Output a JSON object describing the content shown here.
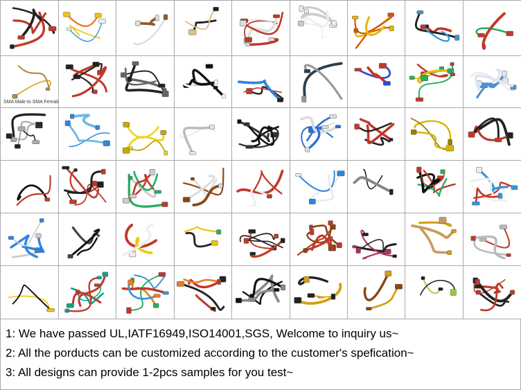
{
  "captions": {
    "sma": "SMA Male to SMA Female"
  },
  "notes": [
    "1: We have passed UL,IATF16949,ISO14001,SGS, Welcome to inquiry us~",
    "2: All the porducts can be customized according to the customer's spefication~",
    "3: All designs can provide 1-2pcs samples for you test~"
  ],
  "products": [
    {
      "name": "red-dc-splice-cable-icon",
      "colors": [
        "#c0392b",
        "#222222"
      ]
    },
    {
      "name": "rainbow-ribbon-jumper-icon",
      "colors": [
        "#e67e22",
        "#f1c40f",
        "#3498db",
        "#eeeeee"
      ]
    },
    {
      "name": "brown-jumper-bundle-icon",
      "colors": [
        "#8e5a2b",
        "#dddddd"
      ]
    },
    {
      "name": "black-connector-cable-icon",
      "colors": [
        "#222222",
        "#e0c080"
      ]
    },
    {
      "name": "red-pigtail-harness-icon",
      "colors": [
        "#c0392b",
        "#dddddd"
      ]
    },
    {
      "name": "white-wire-bundle-icon",
      "colors": [
        "#cccccc",
        "#eeeeee"
      ]
    },
    {
      "name": "ring-terminal-wires-icon",
      "colors": [
        "#d35400",
        "#e6b800"
      ]
    },
    {
      "name": "colored-jumper-set-icon",
      "colors": [
        "#c0392b",
        "#222222",
        "#3498db"
      ]
    },
    {
      "name": "multicolor-wire-bundle-icon",
      "colors": [
        "#27ae60",
        "#c0392b",
        "#f1c40f",
        "#222222",
        "#ffffff"
      ]
    },
    {
      "name": "sma-coax-cable-icon",
      "colors": [
        "#d4a017",
        "#b58a4a"
      ]
    },
    {
      "name": "red-black-cable-icon",
      "colors": [
        "#c0392b",
        "#222222"
      ]
    },
    {
      "name": "black-molex-loop-icon",
      "colors": [
        "#222222",
        "#666666"
      ]
    },
    {
      "name": "black-usb-cable-icon",
      "colors": [
        "#111111",
        "#ffffff"
      ]
    },
    {
      "name": "colored-connector-harness-icon",
      "colors": [
        "#222222",
        "#c0392b",
        "#2e86de"
      ]
    },
    {
      "name": "lvds-cable-icon",
      "colors": [
        "#2c3e50",
        "#999999"
      ]
    },
    {
      "name": "blue-red-terminals-icon",
      "colors": [
        "#2e4bd6",
        "#c0392b"
      ]
    },
    {
      "name": "yellow-green-wires-icon",
      "colors": [
        "#e0c000",
        "#27ae60",
        "#c0392b"
      ]
    },
    {
      "name": "ffc-flat-cable-icon",
      "colors": [
        "#dfe6ee",
        "#4a90d9"
      ]
    },
    {
      "name": "grey-quick-disconnect-icon",
      "colors": [
        "#aaaaaa",
        "#222222"
      ]
    },
    {
      "name": "cisco-console-cable-icon",
      "colors": [
        "#6fb7e8",
        "#2e86de"
      ]
    },
    {
      "name": "yellow-ethernet-cable-icon",
      "colors": [
        "#f1d21b",
        "#c9a800"
      ]
    },
    {
      "name": "white-coiled-cable-icon",
      "colors": [
        "#e8e8e8",
        "#bbbbbb"
      ]
    },
    {
      "name": "black-hdmi-cable-icon",
      "colors": [
        "#111111",
        "#333333"
      ]
    },
    {
      "name": "blue-harness-connector-icon",
      "colors": [
        "#2e6dd6",
        "#dddddd"
      ]
    },
    {
      "name": "red-black-power-harness-icon",
      "colors": [
        "#c0392b",
        "#222222"
      ]
    },
    {
      "name": "yellow-wire-bundle-icon",
      "colors": [
        "#d4b400",
        "#9a8000"
      ]
    },
    {
      "name": "black-red-harness-icon",
      "colors": [
        "#222222",
        "#c0392b"
      ]
    },
    {
      "name": "waterproof-connector-icon",
      "colors": [
        "#111111",
        "#c0392b"
      ]
    },
    {
      "name": "red-black-lead-wires-icon",
      "colors": [
        "#c0392b",
        "#222222"
      ]
    },
    {
      "name": "tinned-wire-harness-icon",
      "colors": [
        "#27ae60",
        "#c0392b",
        "#cccccc"
      ]
    },
    {
      "name": "brown-jumper-set-icon",
      "colors": [
        "#8b4513",
        "#dddddd"
      ]
    },
    {
      "name": "white-connector-harness-icon",
      "colors": [
        "#c0392b",
        "#eeeeee"
      ]
    },
    {
      "name": "ffc-flex-cables-icon",
      "colors": [
        "#e8ecf2",
        "#2e86de"
      ]
    },
    {
      "name": "lvds-display-cable-icon",
      "colors": [
        "#222222",
        "#888888"
      ]
    },
    {
      "name": "black-power-lead-icon",
      "colors": [
        "#111111",
        "#c0392b",
        "#27ae60"
      ]
    },
    {
      "name": "white-connector-pair-icon",
      "colors": [
        "#eeeeee",
        "#c0392b",
        "#3498db"
      ]
    },
    {
      "name": "blue-jumper-cable-icon",
      "colors": [
        "#2e86de",
        "#cccccc"
      ]
    },
    {
      "name": "black-waterproof-pair-icon",
      "colors": [
        "#111111",
        "#444444"
      ]
    },
    {
      "name": "red-white-harness-icon",
      "colors": [
        "#c0392b",
        "#f1c40f",
        "#eeeeee"
      ]
    },
    {
      "name": "black-yellow-harness-icon",
      "colors": [
        "#222222",
        "#f1c40f",
        "#27ae60"
      ]
    },
    {
      "name": "black-sensor-harness-icon",
      "colors": [
        "#222222",
        "#c0392b"
      ]
    },
    {
      "name": "red-brown-cable-icon",
      "colors": [
        "#c0392b",
        "#8b4513"
      ]
    },
    {
      "name": "fakra-connector-set-icon",
      "colors": [
        "#b03060",
        "#222222"
      ]
    },
    {
      "name": "rf-pigtail-bundle-icon",
      "colors": [
        "#c89b5c",
        "#d4a017"
      ]
    },
    {
      "name": "grey-ribbon-cable-icon",
      "colors": [
        "#bbbbbb",
        "#c0392b"
      ]
    },
    {
      "name": "black-yellow-pcie-cable-icon",
      "colors": [
        "#f1c40f",
        "#111111"
      ]
    },
    {
      "name": "red-blue-terminal-wires-icon",
      "colors": [
        "#c0392b",
        "#16a085"
      ]
    },
    {
      "name": "dupont-jumper-rainbow-icon",
      "colors": [
        "#3498db",
        "#e67e22",
        "#27ae60",
        "#c0392b"
      ]
    },
    {
      "name": "dupont-red-black-icon",
      "colors": [
        "#c0392b",
        "#222222",
        "#e67e22"
      ]
    },
    {
      "name": "black-thin-cable-icon",
      "colors": [
        "#111111",
        "#888888"
      ]
    },
    {
      "name": "rf-coax-connector-icon",
      "colors": [
        "#d4a017",
        "#222222"
      ]
    },
    {
      "name": "ipex-pigtail-icon",
      "colors": [
        "#d4a017",
        "#8b4513"
      ]
    },
    {
      "name": "green-black-wire-bundle-icon",
      "colors": [
        "#9acd32",
        "#222222"
      ]
    },
    {
      "name": "red-black-connector-bundle-icon",
      "colors": [
        "#c0392b",
        "#222222"
      ]
    }
  ]
}
